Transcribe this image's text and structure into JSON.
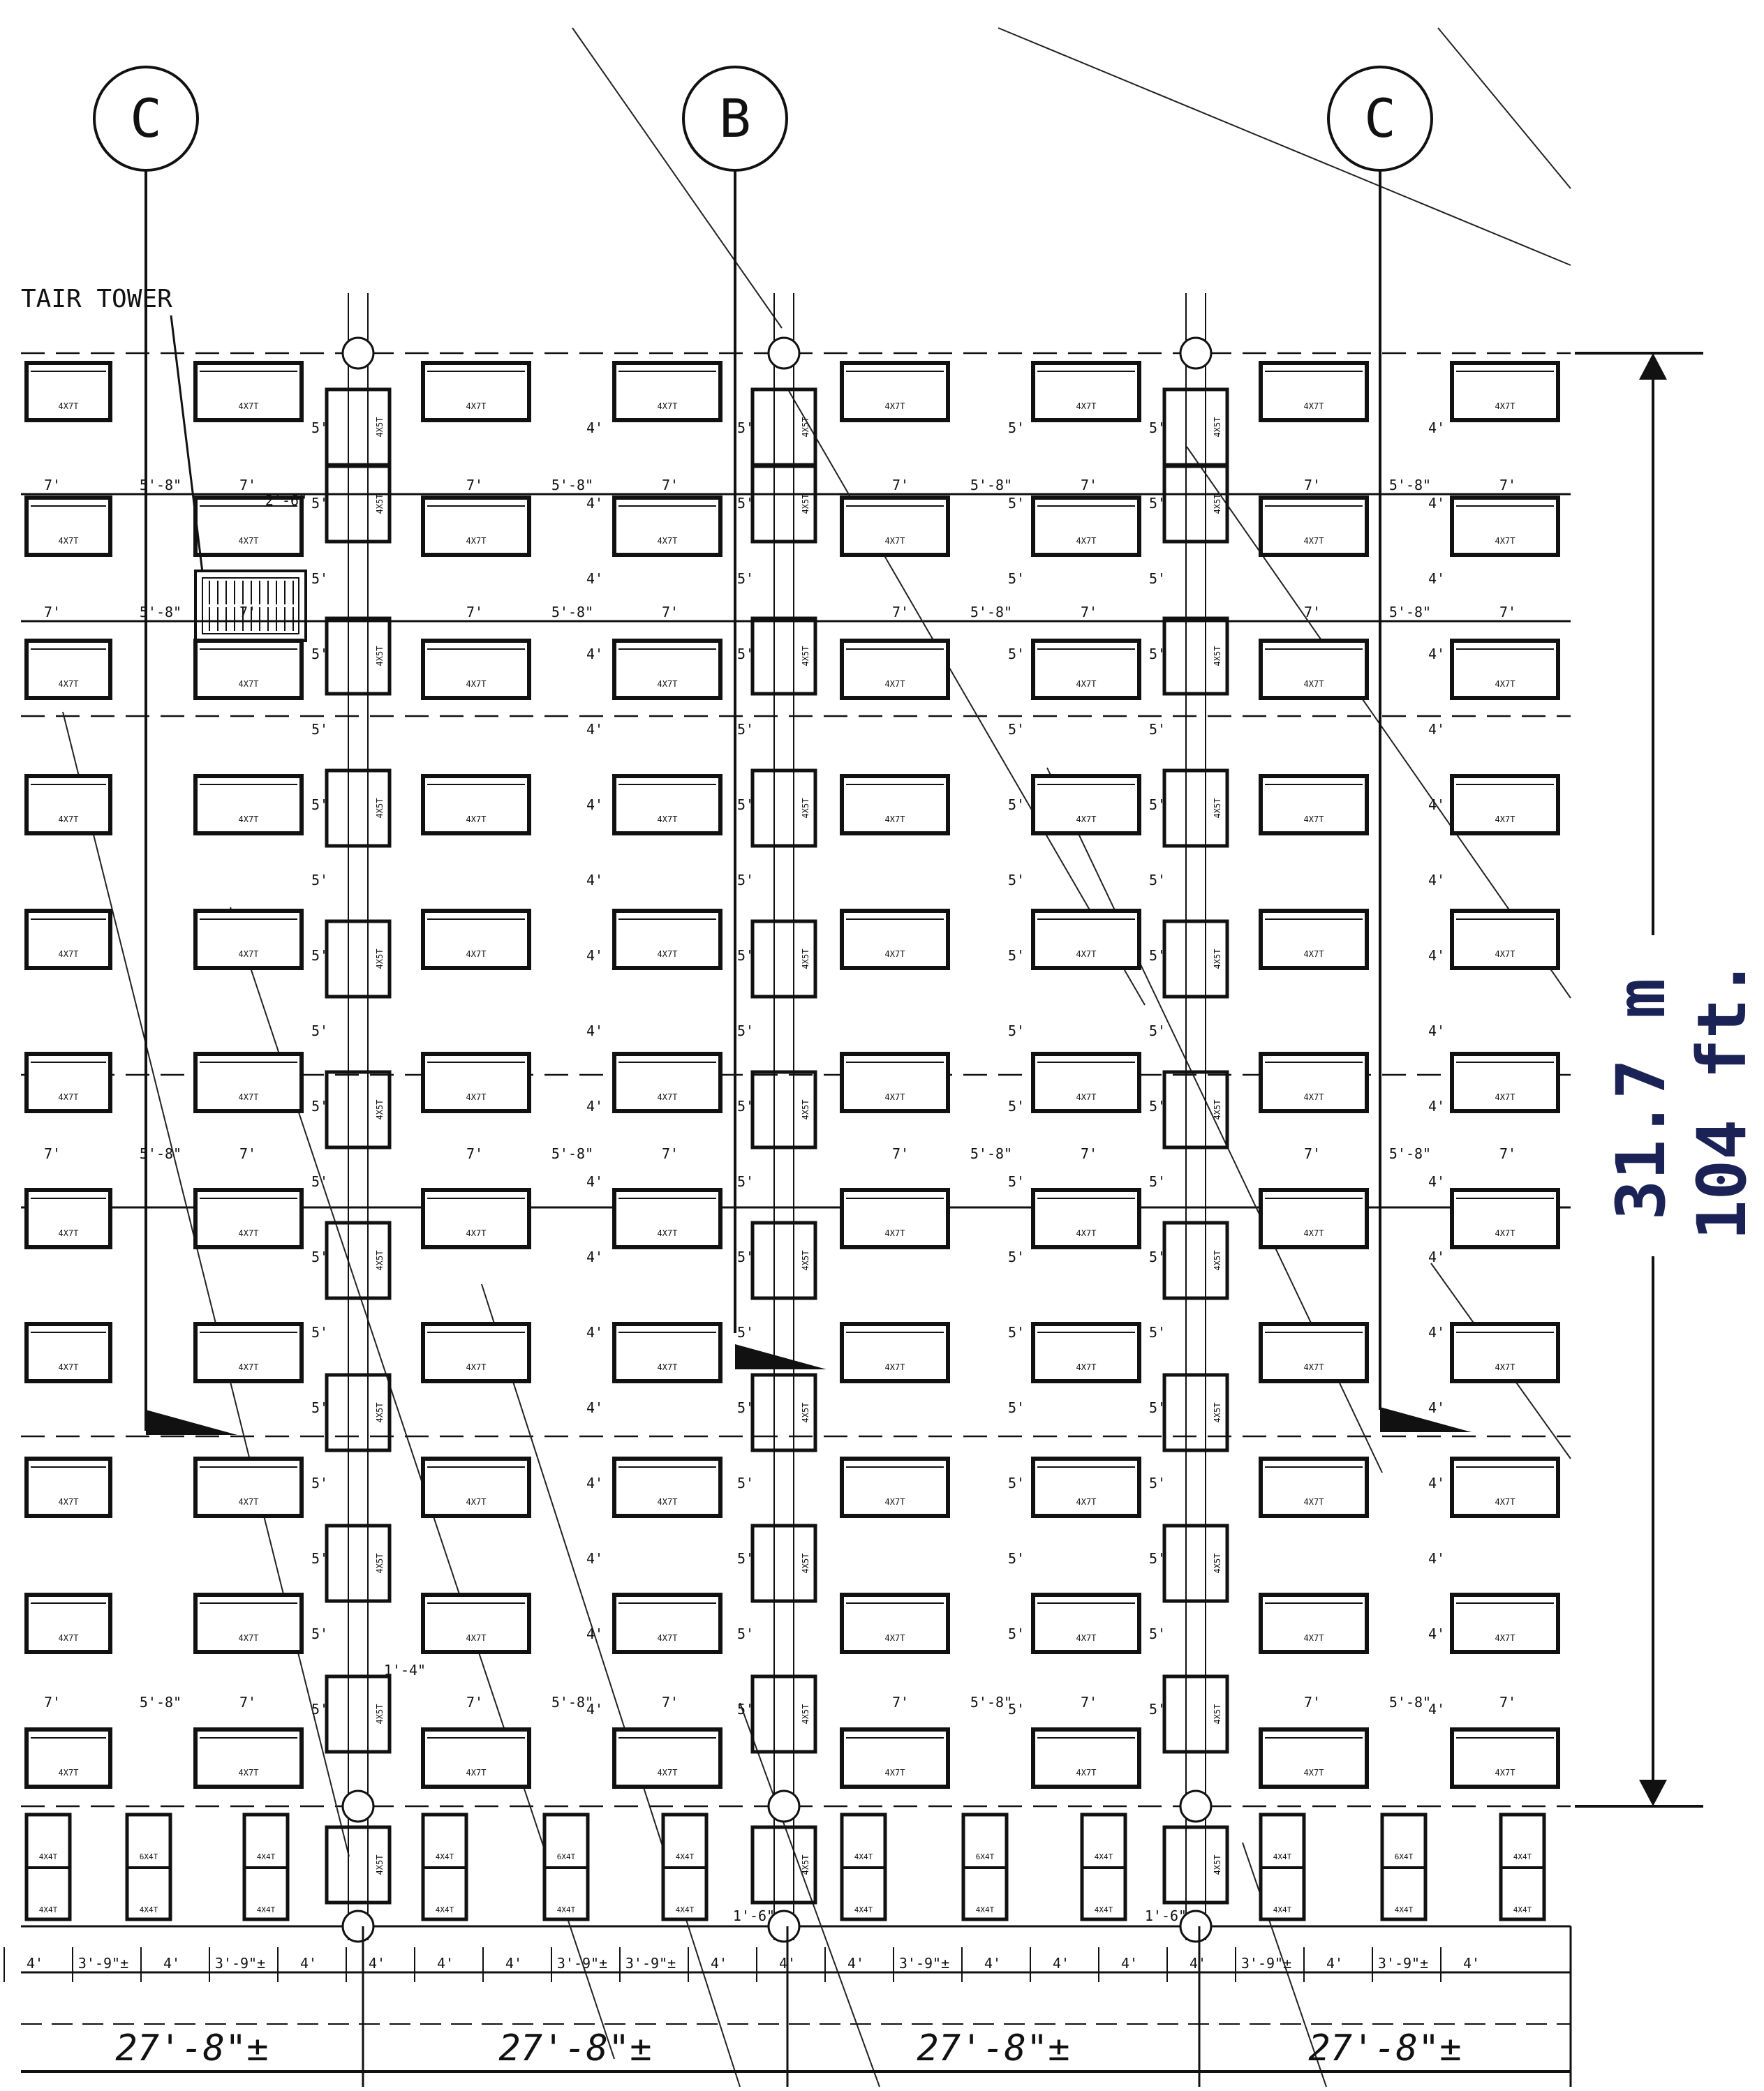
{
  "column_lines": [
    {
      "label": "C"
    },
    {
      "label": "B"
    },
    {
      "label": "C"
    }
  ],
  "callout": {
    "text": "TAIR TOWER"
  },
  "overall_dimension": {
    "metric": "31.7 m",
    "imperial": "104 ft.",
    "color": "#1b2356"
  },
  "bottom_dimensions": {
    "bay_label": "27'-8\"±",
    "bay_count": 4,
    "sub_labels": [
      "4'",
      "3'-9\"±",
      "4'",
      "3'-9\"±",
      "4'",
      "4'",
      "4'",
      "4'",
      "3'-9\"±",
      "3'-9\"±",
      "4'",
      "4'",
      "4'",
      "3'-9\"±",
      "4'",
      "4'",
      "4'",
      "4'",
      "3'-9\"±",
      "4'",
      "3'-9\"±",
      "4'"
    ]
  },
  "window_tags": {
    "floor_window": "4X7T",
    "ground_window": "4X4T",
    "ground_window_alt": "6X4T",
    "column_tag": "4X5T"
  },
  "spacing_labels": {
    "head": "7'",
    "gap": "5'-8\"",
    "small_gap": "2'-6\"",
    "stack": "5'",
    "side": "4'",
    "ground_offset": "1'-6\"",
    "misc": "1'-4\""
  },
  "colors": {
    "line": "#111111",
    "accent": "#1b2356",
    "background": "#ffffff"
  }
}
